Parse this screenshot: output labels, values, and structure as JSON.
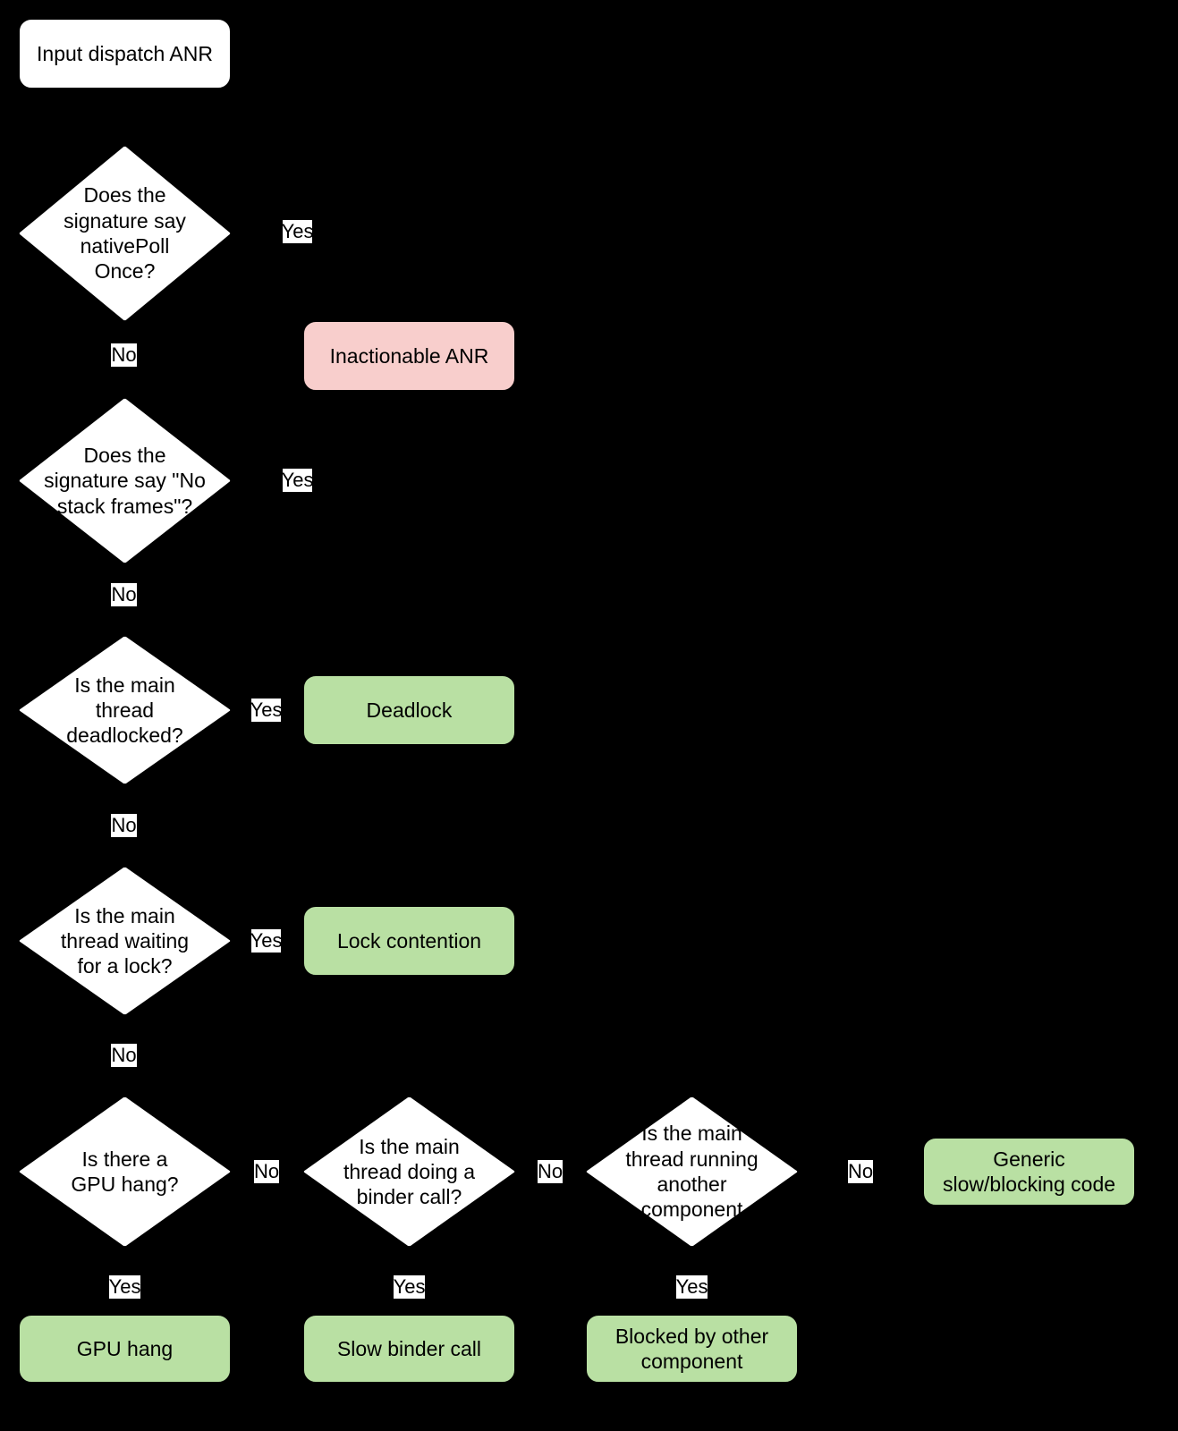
{
  "diagram": {
    "title": "Input dispatch ANR triage flowchart",
    "background": "#000000",
    "colors": {
      "start_fill": "#ffffff",
      "decision_fill": "#ffffff",
      "inactionable_fill": "#f8cecc",
      "result_fill": "#b9e0a3",
      "stroke": "#000000",
      "text": "#000000"
    }
  },
  "nodes": {
    "start": {
      "label": "Input dispatch ANR"
    },
    "d1": {
      "label": "Does the\nsignature say\nnativePoll\nOnce?"
    },
    "d2": {
      "label": "Does the\nsignature say \"No\nstack frames\"?"
    },
    "d3": {
      "label": "Is the main\nthread\ndeadlocked?"
    },
    "d4": {
      "label": "Is the main\nthread waiting\nfor a lock?"
    },
    "d5": {
      "label": "Is there a\nGPU hang?"
    },
    "d6": {
      "label": "Is the main\nthread doing a\nbinder call?"
    },
    "d7": {
      "label": "Is the main\nthread running\nanother\ncomponent"
    },
    "r_inactionable": {
      "label": "Inactionable ANR"
    },
    "r_deadlock": {
      "label": "Deadlock"
    },
    "r_lock": {
      "label": "Lock contention"
    },
    "r_generic": {
      "label": "Generic\nslow/blocking code"
    },
    "r_gpu": {
      "label": "GPU hang"
    },
    "r_binder": {
      "label": "Slow binder call"
    },
    "r_blocked": {
      "label": "Blocked by other\ncomponent"
    }
  },
  "edge_labels": {
    "d1_yes": "Yes",
    "d1_no": "No",
    "d2_yes": "Yes",
    "d2_no": "No",
    "d3_yes": "Yes",
    "d3_no": "No",
    "d4_yes": "Yes",
    "d4_no": "No",
    "d5_yes": "Yes",
    "d5_no": "No",
    "d6_yes": "Yes",
    "d6_no": "No",
    "d7_yes": "Yes",
    "d7_no": "No"
  }
}
